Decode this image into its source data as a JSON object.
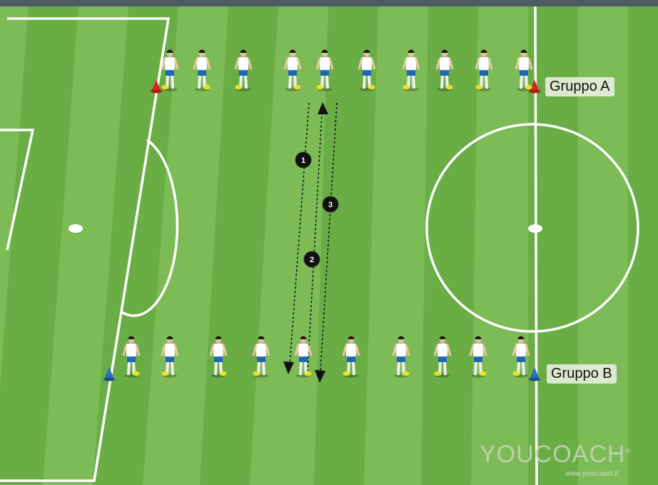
{
  "groups": {
    "a_label": "Gruppo A",
    "b_label": "Gruppo B"
  },
  "steps": [
    "1",
    "2",
    "3"
  ],
  "logo": {
    "text": "YOUCOACH",
    "registered": "®",
    "url": "www.youcoach.it"
  },
  "colors": {
    "stripe_light": "#86c060",
    "stripe_dark": "#6aad45",
    "top_bar": "#4f5b63",
    "cone_group_a": "#d32a1f",
    "cone_group_b": "#2a6fc0",
    "shorts": "#1f67b5",
    "shirt": "#ffffff",
    "ball": "#f2e01a"
  }
}
